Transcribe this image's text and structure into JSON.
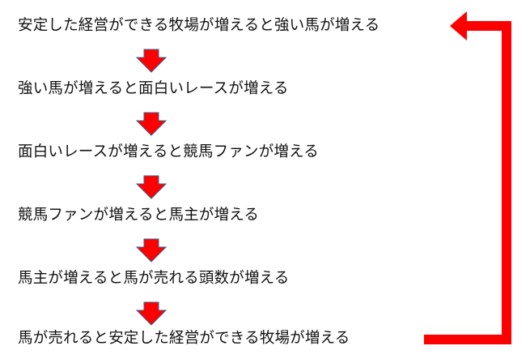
{
  "steps": [
    "安定した経営ができる牧場が増えると強い馬が増える",
    "強い馬が増えると面白いレースが増える",
    "面白いレースが増えると競馬ファンが増える",
    "競馬ファンが増えると馬主が増える",
    "馬主が増えると馬が売れる頭数が増える",
    "馬が売れると安定した経営ができる牧場が増える"
  ],
  "colors": {
    "arrow_fill": "#ff0000",
    "arrow_stroke": "#3a5f8f",
    "loop": "#ff0000",
    "text": "#111111"
  }
}
